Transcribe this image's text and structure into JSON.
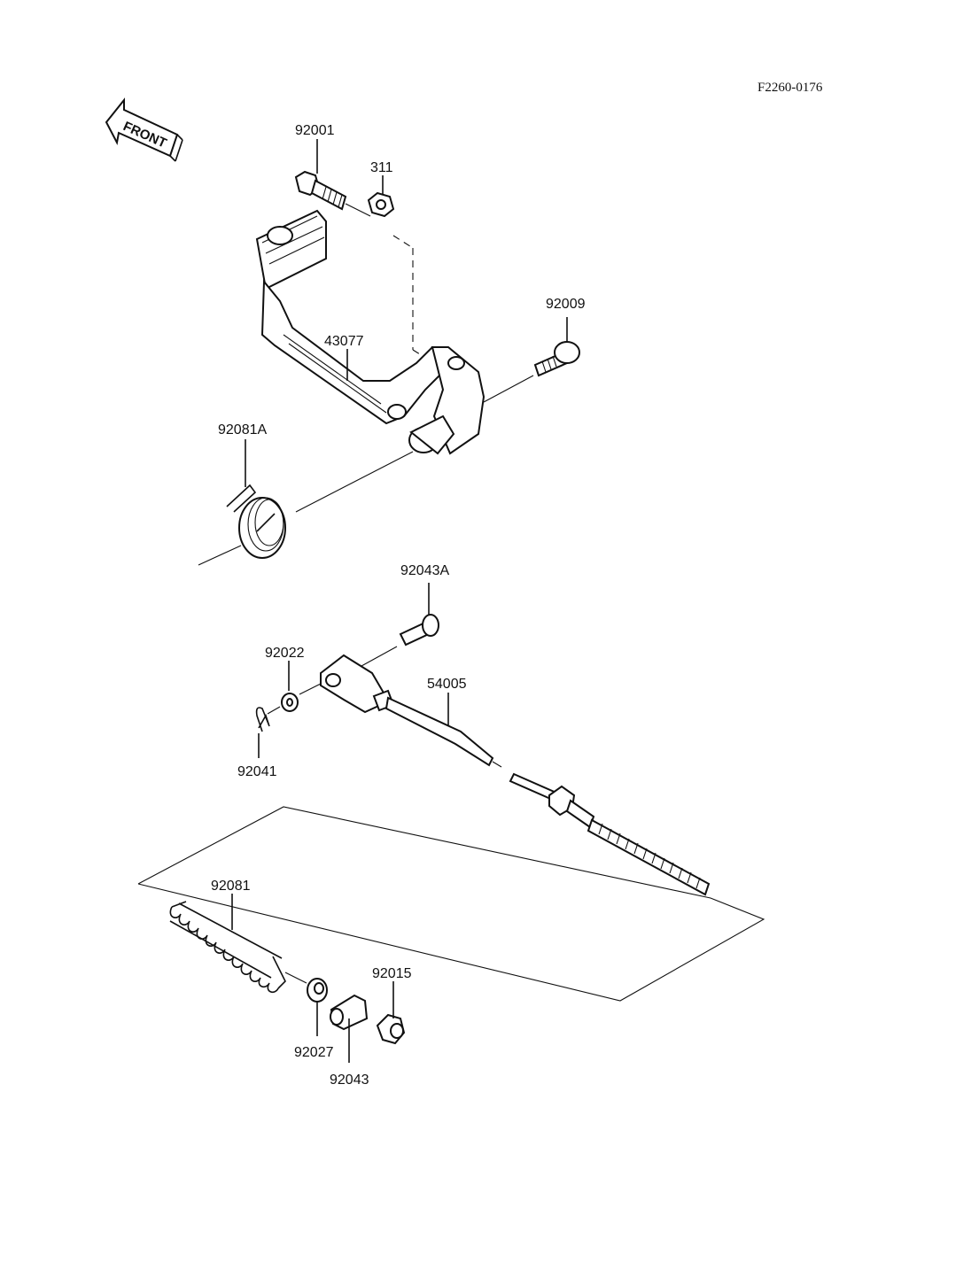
{
  "drawing_ref": "F2260-0176",
  "front_label": "FRONT",
  "parts": [
    {
      "id": "p92001",
      "number": "92001"
    },
    {
      "id": "p311",
      "number": "311"
    },
    {
      "id": "p92009",
      "number": "92009"
    },
    {
      "id": "p43077",
      "number": "43077"
    },
    {
      "id": "p92081a",
      "number": "92081A"
    },
    {
      "id": "p92043a",
      "number": "92043A"
    },
    {
      "id": "p92022",
      "number": "92022"
    },
    {
      "id": "p54005",
      "number": "54005"
    },
    {
      "id": "p92041",
      "number": "92041"
    },
    {
      "id": "p92081",
      "number": "92081"
    },
    {
      "id": "p92015",
      "number": "92015"
    },
    {
      "id": "p92027",
      "number": "92027"
    },
    {
      "id": "p92043",
      "number": "92043"
    }
  ]
}
